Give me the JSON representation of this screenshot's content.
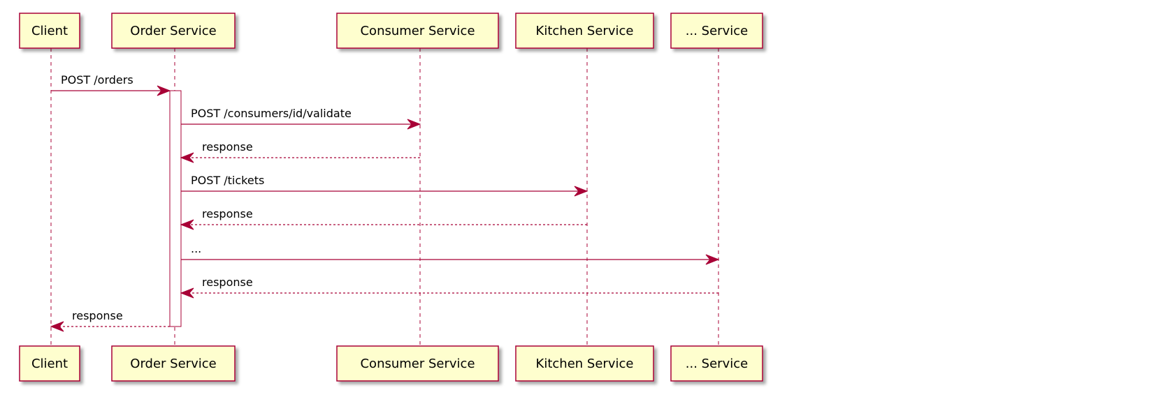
{
  "participants": [
    {
      "name": "Client"
    },
    {
      "name": "Order Service"
    },
    {
      "name": "Consumer Service"
    },
    {
      "name": "Kitchen Service"
    },
    {
      "name": "... Service"
    }
  ],
  "messages": [
    {
      "from": 0,
      "to": 1,
      "label": "POST /orders",
      "style": "solid"
    },
    {
      "from": 1,
      "to": 2,
      "label": "POST /consumers/id/validate",
      "style": "solid"
    },
    {
      "from": 2,
      "to": 1,
      "label": "response",
      "style": "dashed"
    },
    {
      "from": 1,
      "to": 3,
      "label": "POST /tickets",
      "style": "solid"
    },
    {
      "from": 3,
      "to": 1,
      "label": "response",
      "style": "dashed"
    },
    {
      "from": 1,
      "to": 4,
      "label": "...",
      "style": "solid"
    },
    {
      "from": 4,
      "to": 1,
      "label": "response",
      "style": "dashed"
    },
    {
      "from": 1,
      "to": 0,
      "label": "response",
      "style": "dashed"
    }
  ],
  "colors": {
    "participant_fill": "#FEFECE",
    "border": "#A80036",
    "text": "#000000"
  }
}
